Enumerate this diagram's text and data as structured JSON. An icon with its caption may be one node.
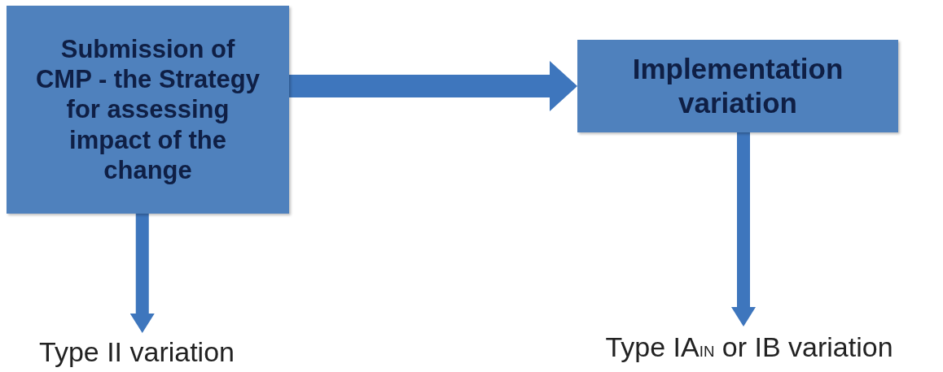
{
  "diagram": {
    "nodes": [
      {
        "text": [
          "Submission of CMP - the Strategy for assessing impact of the change"
        ]
      },
      {
        "text": [
          "Implementation variation"
        ]
      },
      {
        "text": [
          "Type II variation"
        ]
      },
      {
        "text": [
          "Type IA$_{IN}$ or IB variation"
        ]
      }
    ],
    "edges": [
      {
        "from": 0,
        "to": 1,
        "arrow": "to"
      },
      {
        "from": 0,
        "to": 2,
        "arrow": "to"
      },
      {
        "from": 1,
        "to": 3,
        "arrow": "to"
      }
    ]
  }
}
